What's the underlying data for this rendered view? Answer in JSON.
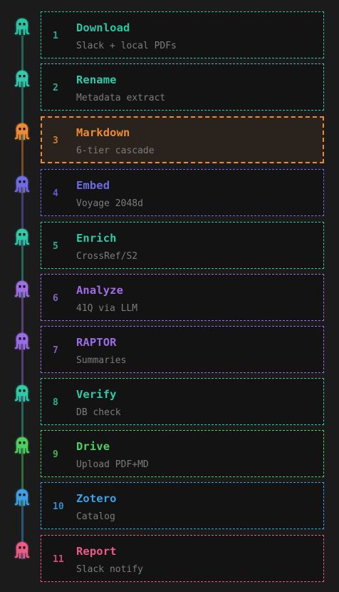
{
  "steps": [
    {
      "number": "1",
      "title": "Download",
      "subtitle": "Slack + local PDFs",
      "color": "#2bc5a4",
      "icon": "squid-icon",
      "active": false
    },
    {
      "number": "2",
      "title": "Rename",
      "subtitle": "Metadata extract",
      "color": "#33c9ad",
      "icon": "squid-icon",
      "active": false
    },
    {
      "number": "3",
      "title": "Markdown",
      "subtitle": "6-tier cascade",
      "color": "#f08a30",
      "icon": "squid-icon",
      "active": true
    },
    {
      "number": "4",
      "title": "Embed",
      "subtitle": "Voyage 2048d",
      "color": "#6e6ae8",
      "icon": "squid-icon",
      "active": false
    },
    {
      "number": "5",
      "title": "Enrich",
      "subtitle": "CrossRef/S2",
      "color": "#2ec9a6",
      "icon": "squid-icon",
      "active": false
    },
    {
      "number": "6",
      "title": "Analyze",
      "subtitle": "41Q via LLM",
      "color": "#9f6ee4",
      "icon": "squid-icon",
      "active": false
    },
    {
      "number": "7",
      "title": "RAPTOR",
      "subtitle": "Summaries",
      "color": "#9b6be8",
      "icon": "squid-icon",
      "active": false
    },
    {
      "number": "8",
      "title": "Verify",
      "subtitle": "DB check",
      "color": "#2fcaa8",
      "icon": "squid-icon",
      "active": false
    },
    {
      "number": "9",
      "title": "Drive",
      "subtitle": "Upload PDF+MD",
      "color": "#4cd15c",
      "icon": "squid-icon",
      "active": false
    },
    {
      "number": "10",
      "title": "Zotero",
      "subtitle": "Catalog",
      "color": "#3ba0e6",
      "icon": "squid-icon",
      "active": false
    },
    {
      "number": "11",
      "title": "Report",
      "subtitle": "Slack notify",
      "color": "#ee5a86",
      "icon": "squid-icon",
      "active": false
    }
  ]
}
